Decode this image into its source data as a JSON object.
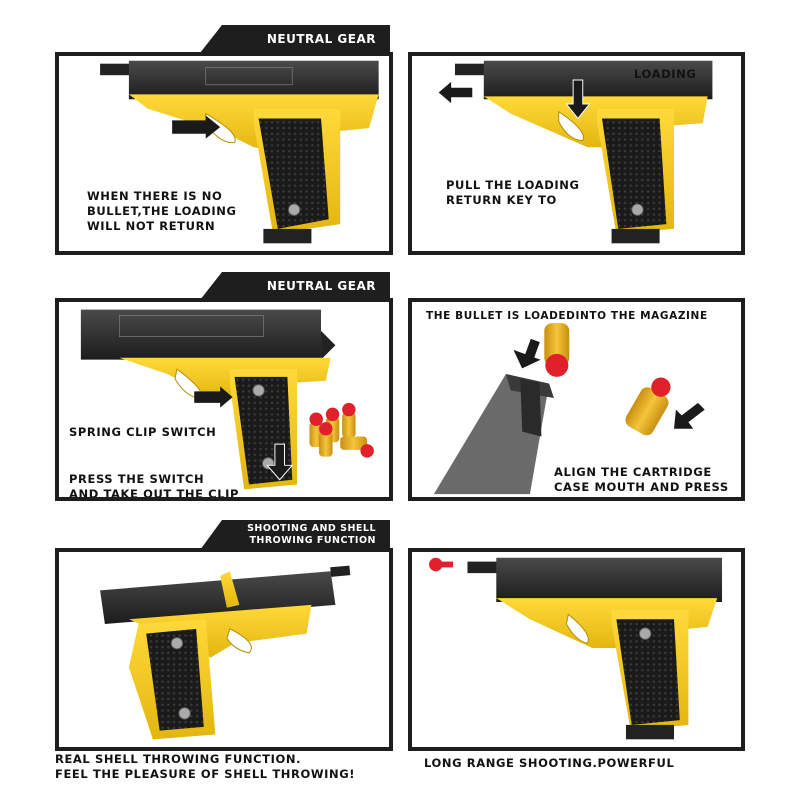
{
  "tabs": {
    "neutral_gear_1": "NEUTRAL GEAR",
    "neutral_gear_2": "NEUTRAL GEAR",
    "shooting_line1": "SHOOTING AND SHELL",
    "shooting_line2": "THROWING FUNCTION"
  },
  "panels": {
    "panel1": {
      "lines": [
        "WHEN THERE IS NO",
        "BULLET,THE LOADING",
        "WILL NOT RETURN"
      ]
    },
    "panel2": {
      "label": "LOADING",
      "lines": [
        "PULL THE LOADING",
        "RETURN KEY TO"
      ]
    },
    "panel3": {
      "label": "SPRING CLIP SWITCH",
      "lines": [
        "PRESS THE SWITCH",
        "AND TAKE OUT THE CLIP"
      ]
    },
    "panel4": {
      "label": "THE BULLET IS LOADEDINTO THE MAGAZINE",
      "lines": [
        "ALIGN THE CARTRIDGE",
        "CASE MOUTH AND PRESS"
      ]
    },
    "panel5": {
      "lines": [
        "REAL SHELL THROWING FUNCTION.",
        "FEEL THE PLEASURE OF SHELL THROWING!"
      ]
    },
    "panel6": {
      "lines": [
        "LONG RANGE SHOOTING.POWERFUL"
      ]
    }
  },
  "colors": {
    "frame": "#1e1e1e",
    "yellow": "#f2cc1a",
    "slide": "#2b2b2b",
    "grip": "#151515",
    "bullet_tip": "#e0202a",
    "shell": "#e8b020"
  }
}
